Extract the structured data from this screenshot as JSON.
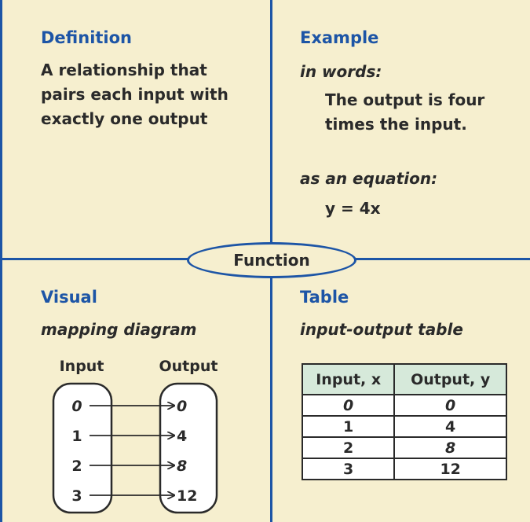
{
  "center_label": "Function",
  "definition": {
    "title": "Definition",
    "lines": [
      "A relationship that",
      "pairs each input with",
      "exactly one output"
    ]
  },
  "example": {
    "title": "Example",
    "words_label": "in words:",
    "words_lines": [
      "The output is four",
      "times the input."
    ],
    "equation_label": "as an equation:",
    "equation": "y = 4x"
  },
  "visual": {
    "title": "Visual",
    "subtitle": "mapping diagram",
    "input_header": "Input",
    "output_header": "Output",
    "inputs": [
      "0",
      "1",
      "2",
      "3"
    ],
    "outputs": [
      "0",
      "4",
      "8",
      "12"
    ]
  },
  "table": {
    "title": "Table",
    "subtitle": "input-output table",
    "headers": [
      "Input, x",
      "Output, y"
    ],
    "rows": [
      [
        "0",
        "0"
      ],
      [
        "1",
        "4"
      ],
      [
        "2",
        "8"
      ],
      [
        "3",
        "12"
      ]
    ]
  },
  "colors": {
    "accent": "#1d55a6",
    "background": "#f6efcf",
    "table_header": "#d6e9da"
  }
}
